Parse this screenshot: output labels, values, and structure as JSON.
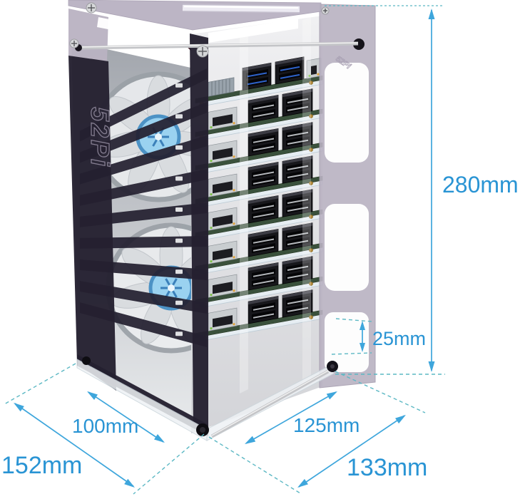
{
  "product": {
    "logo_text": "52Pi",
    "layers": 8,
    "fans": 2
  },
  "dimensions": {
    "height": {
      "label": "280mm"
    },
    "layer_spacing": {
      "label": "25mm"
    },
    "front_edge": {
      "label": "100mm"
    },
    "base_front_edge": {
      "label": "152mm"
    },
    "side_edge": {
      "label": "125mm"
    },
    "base_side_edge": {
      "label": "133mm"
    }
  },
  "colors": {
    "annotationText": "#2994d4",
    "annotationLine": "#3ea6dc",
    "extensionDash": "#5cb8c4",
    "background": "#ffffff",
    "smokeAcrylic": "#242030",
    "lavenderAcrylic": "#b9b2c2",
    "fanHubBlue": "#9ad2f0",
    "fanHubRing": "#4c92c5",
    "pcbGreen": "#3a513c",
    "ethernetSilver": "#c9cdd0",
    "usbBlack": "#17171b",
    "usbBlueTongue": "#2e62c9",
    "chrome": "#c4c5c8",
    "gold": "#b28a3a",
    "shelfClear": "#e6edf2"
  }
}
